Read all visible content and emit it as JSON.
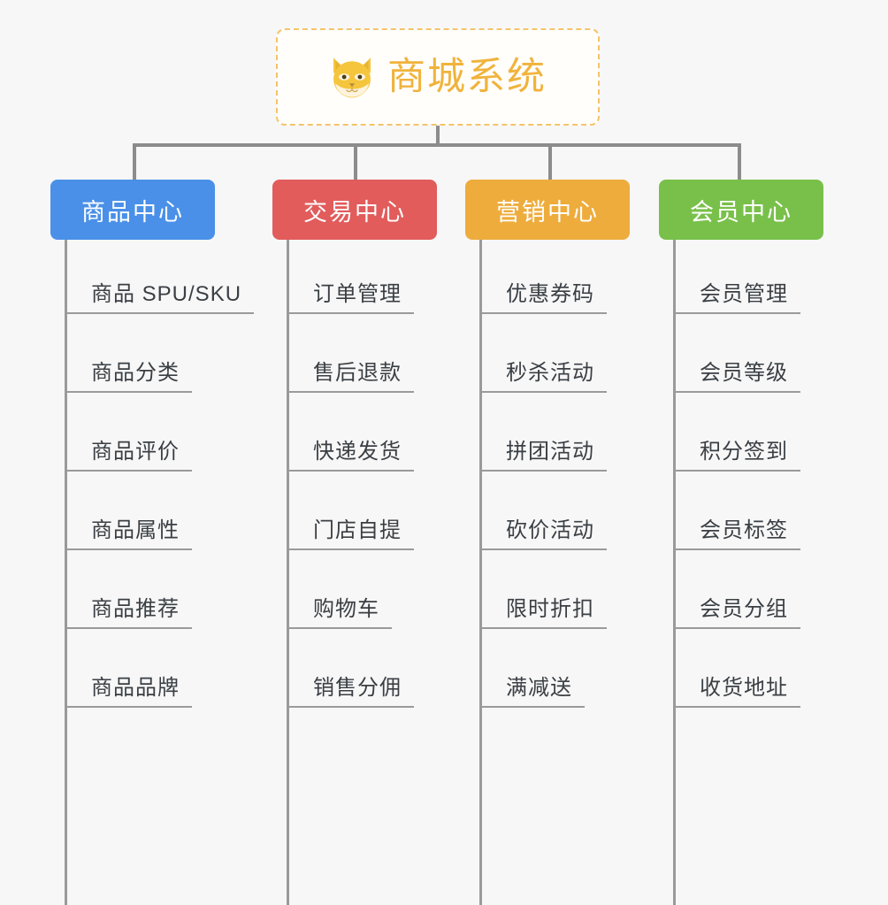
{
  "root": {
    "title": "商城系统",
    "icon": "shiba-dog-face-icon",
    "border_color": "#f3c46a",
    "text_color": "#f0b33c"
  },
  "connector_color": "#8c8c8c",
  "background_color": "#f7f7f7",
  "branches": [
    {
      "label": "商品中心",
      "color": "#4a90e8",
      "items": [
        "商品 SPU/SKU",
        "商品分类",
        "商品评价",
        "商品属性",
        "商品推荐",
        "商品品牌"
      ]
    },
    {
      "label": "交易中心",
      "color": "#e25c5c",
      "items": [
        "订单管理",
        "售后退款",
        "快递发货",
        "门店自提",
        "购物车",
        "销售分佣"
      ]
    },
    {
      "label": "营销中心",
      "color": "#eeac3c",
      "items": [
        "优惠券码",
        "秒杀活动",
        "拼团活动",
        "砍价活动",
        "限时折扣",
        "满减送"
      ]
    },
    {
      "label": "会员中心",
      "color": "#79c04a",
      "items": [
        "会员管理",
        "会员等级",
        "积分签到",
        "会员标签",
        "会员分组",
        "收货地址"
      ]
    }
  ]
}
